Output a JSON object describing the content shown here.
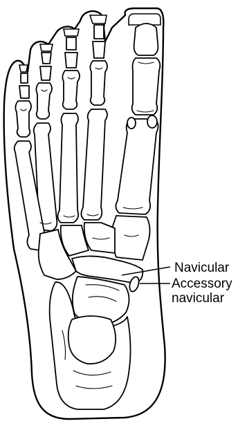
{
  "labels": {
    "navicular": "Navicular",
    "accessory_line1": "Accessory",
    "accessory_line2": "navicular"
  },
  "colors": {
    "line": "#000000",
    "background": "#ffffff"
  }
}
